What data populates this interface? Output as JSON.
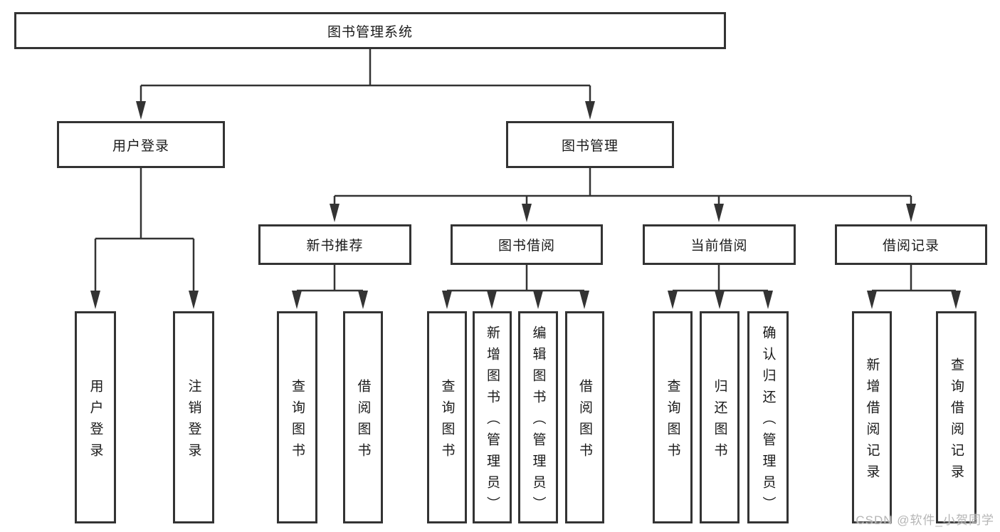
{
  "tree": {
    "label": "图书管理系统",
    "children": [
      {
        "label": "用户登录",
        "children": [
          {
            "label": "用户登录"
          },
          {
            "label": "注销登录"
          }
        ]
      },
      {
        "label": "图书管理",
        "children": [
          {
            "label": "新书推荐",
            "children": [
              {
                "label": "查询图书"
              },
              {
                "label": "借阅图书"
              }
            ]
          },
          {
            "label": "图书借阅",
            "children": [
              {
                "label": "查询图书"
              },
              {
                "label": "新增图书（管理员）"
              },
              {
                "label": "编辑图书（管理员）"
              },
              {
                "label": "借阅图书"
              }
            ]
          },
          {
            "label": "当前借阅",
            "children": [
              {
                "label": "查询图书"
              },
              {
                "label": "归还图书"
              },
              {
                "label": "确认归还（管理员）"
              }
            ]
          },
          {
            "label": "借阅记录",
            "children": [
              {
                "label": "新增借阅记录"
              },
              {
                "label": "查询借阅记录"
              }
            ]
          }
        ]
      }
    ]
  },
  "watermark": "CSDN @软件_小贺同学",
  "colors": {
    "line": "#333333",
    "text": "#1a1a1a",
    "box_background": "#ffffff",
    "watermark": "#b5b5b5"
  }
}
